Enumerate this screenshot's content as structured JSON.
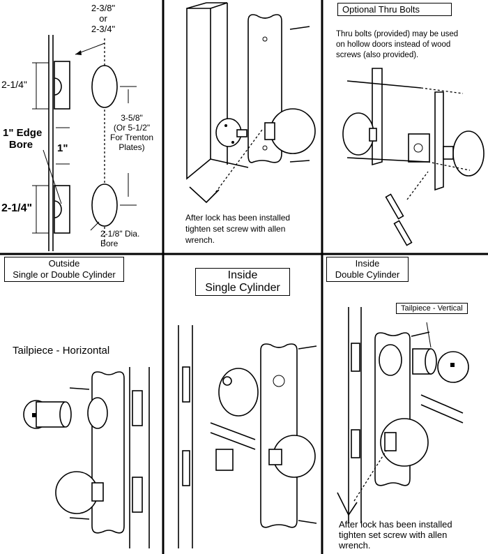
{
  "panels": {
    "p1": {
      "dim_backset": "2-3/8\"\nor\n2-3/4\"",
      "dim_top_height": "2-1/4\"",
      "edge_bore": "1\" Edge\nBore",
      "dim_one_inch": "1\"",
      "dim_bottom_height": "2-1/4\"",
      "dim_spacing": "3-5/8\"\n(Or 5-1/2\"\nFor Trenton\nPlates)",
      "bore_dia": "2-1/8\" Dia.\nBore"
    },
    "p2": {
      "caption": "After lock has been installed\ntighten set screw with allen\nwrench."
    },
    "p3": {
      "title": "Optional Thru Bolts",
      "description": "Thru bolts (provided) may be used\non hollow doors instead of wood\nscrews (also provided)."
    },
    "p4": {
      "title": "Outside\nSingle or Double Cylinder",
      "tailpiece_label": "Tailpiece - Horizontal"
    },
    "p5": {
      "title": "Inside\nSingle Cylinder"
    },
    "p6": {
      "title": "Inside\nDouble Cylinder",
      "tailpiece_label": "Tailpiece - Vertical",
      "caption": "After lock has been installed\ntighten set screw with allen\nwrench."
    }
  },
  "colors": {
    "line": "#000000",
    "background": "#ffffff"
  }
}
